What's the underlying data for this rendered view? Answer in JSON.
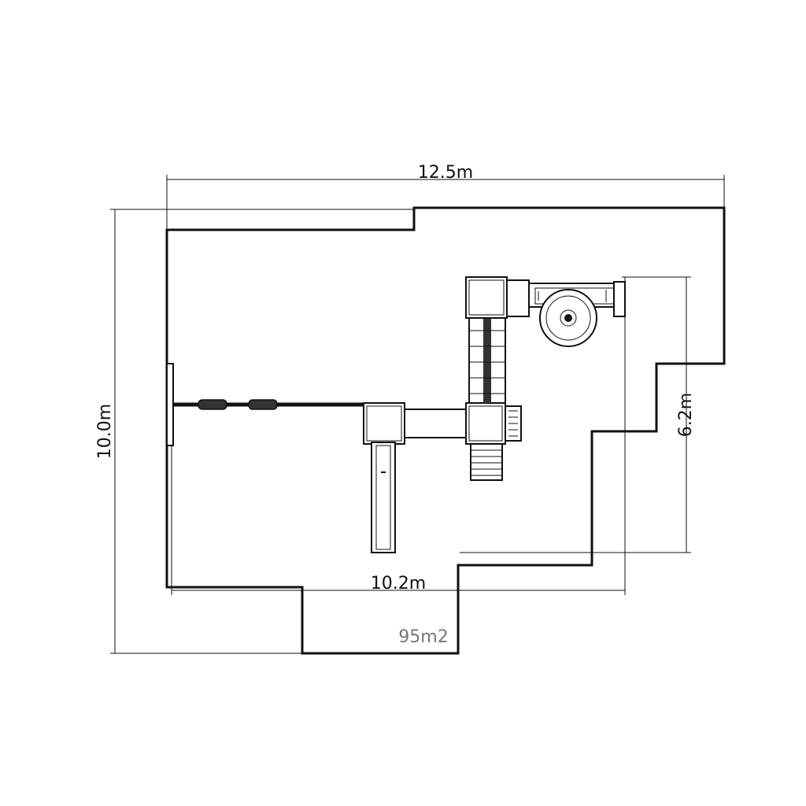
{
  "dimensions": {
    "top_width": "12.5m",
    "left_height": "10.0m",
    "right_height": "6.2m",
    "bottom_width": "10.2m"
  },
  "area": "95m2"
}
